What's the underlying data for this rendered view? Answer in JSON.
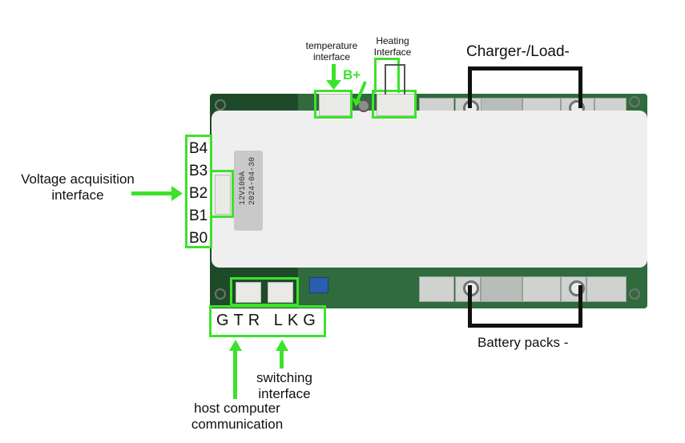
{
  "labels": {
    "temperature_interface": [
      "temperature",
      "interface"
    ],
    "heating_interface": [
      "Heating",
      "Interface"
    ],
    "b_plus": "B+",
    "charger_load": "Charger-/Load-",
    "voltage_acquisition": [
      "Voltage acquisition",
      "interface"
    ],
    "battery_packs": "Battery packs -",
    "gtr_lkg": "GTR LKG",
    "switching_interface": [
      "switching",
      "interface"
    ],
    "host_computer": [
      "host computer",
      "communication"
    ]
  },
  "cell_pins": [
    "B4",
    "B3",
    "B2",
    "B1",
    "B0"
  ],
  "board_stamp": [
    "12V100A",
    "2024-04-30"
  ],
  "colors": {
    "highlight": "#3de22b",
    "board": "#2f6b3c",
    "board_dark": "#1f4a2a",
    "label_sticker": "#efefef",
    "wire": "#111111"
  }
}
